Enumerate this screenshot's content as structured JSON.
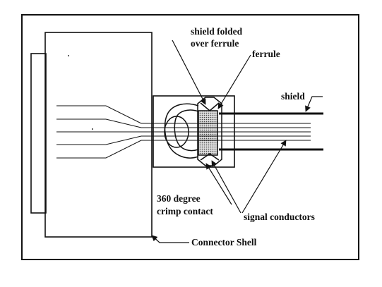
{
  "diagram": {
    "labels": {
      "shield_folded_line1": "shield folded",
      "shield_folded_line2": "over ferrule",
      "ferrule": "ferrule",
      "shield": "shield",
      "crimp_line1": "360 degree",
      "crimp_line2": "crimp contact",
      "signal_conductors": "signal conductors",
      "connector_shell": "Connector Shell"
    }
  }
}
